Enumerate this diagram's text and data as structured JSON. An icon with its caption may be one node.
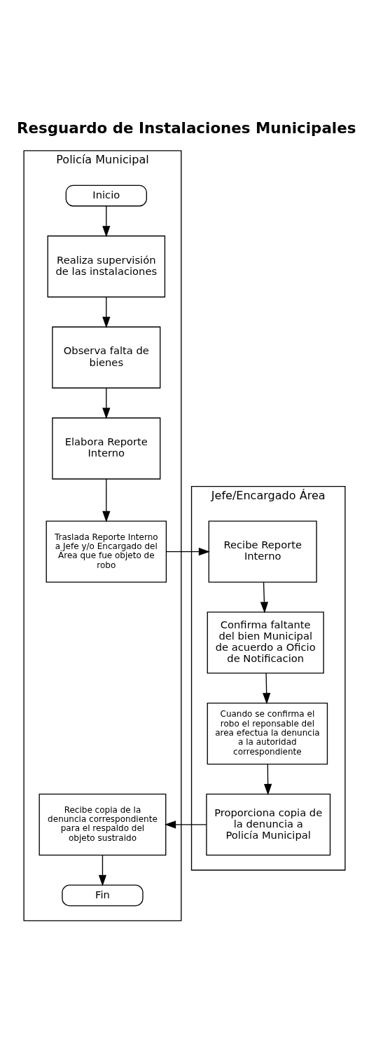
{
  "diagram": {
    "title": "Resguardo de Instalaciones Municipales",
    "nodes": [
      {
        "text": [
          "Policía Municipal"
        ]
      },
      {
        "text": [
          "Jefe/Encargado Área"
        ]
      },
      {
        "text": [
          "Inicio"
        ],
        "in": 0
      },
      {
        "text": [
          "Realiza supervisión de las instalaciones"
        ],
        "in": 0
      },
      {
        "text": [
          "Observa falta de bienes"
        ],
        "in": 0
      },
      {
        "text": [
          "Elabora Reporte Interno"
        ],
        "in": 0
      },
      {
        "text": [
          "Traslada Reporte Interno a Jefe y/o Encargado del Área que fue objeto de robo"
        ],
        "in": 0
      },
      {
        "text": [
          "Recibe Reporte Interno"
        ],
        "in": 1
      },
      {
        "text": [
          "Confirma faltante del bien Municipal de acuerdo a Oficio de Notificacion"
        ],
        "in": 1
      },
      {
        "text": [
          "Cuando se confirma el robo el reponsable del area efectua la denuncia a la autoridad correspondiente"
        ],
        "in": 1
      },
      {
        "text": [
          "Proporciona copia de la denuncia a Policía Municipal"
        ],
        "in": 1
      },
      {
        "text": [
          "Recibe copia de la denuncia correspondiente para el respaldo del objeto sustraido"
        ],
        "in": 0
      },
      {
        "text": [
          "Fin"
        ],
        "in": 0
      }
    ],
    "edges": [
      {
        "from": 2,
        "to": 3,
        "arrow": "to"
      },
      {
        "from": 3,
        "to": 4,
        "arrow": "to"
      },
      {
        "from": 4,
        "to": 5,
        "arrow": "to"
      },
      {
        "from": 5,
        "to": 6,
        "arrow": "to"
      },
      {
        "from": 6,
        "to": 7,
        "arrow": "to"
      },
      {
        "from": 7,
        "to": 8,
        "arrow": "to"
      },
      {
        "from": 8,
        "to": 9,
        "arrow": "to"
      },
      {
        "from": 9,
        "to": 10,
        "arrow": "to"
      },
      {
        "from": 10,
        "to": 11,
        "arrow": "to"
      },
      {
        "from": 11,
        "to": 12,
        "arrow": "to"
      }
    ]
  }
}
